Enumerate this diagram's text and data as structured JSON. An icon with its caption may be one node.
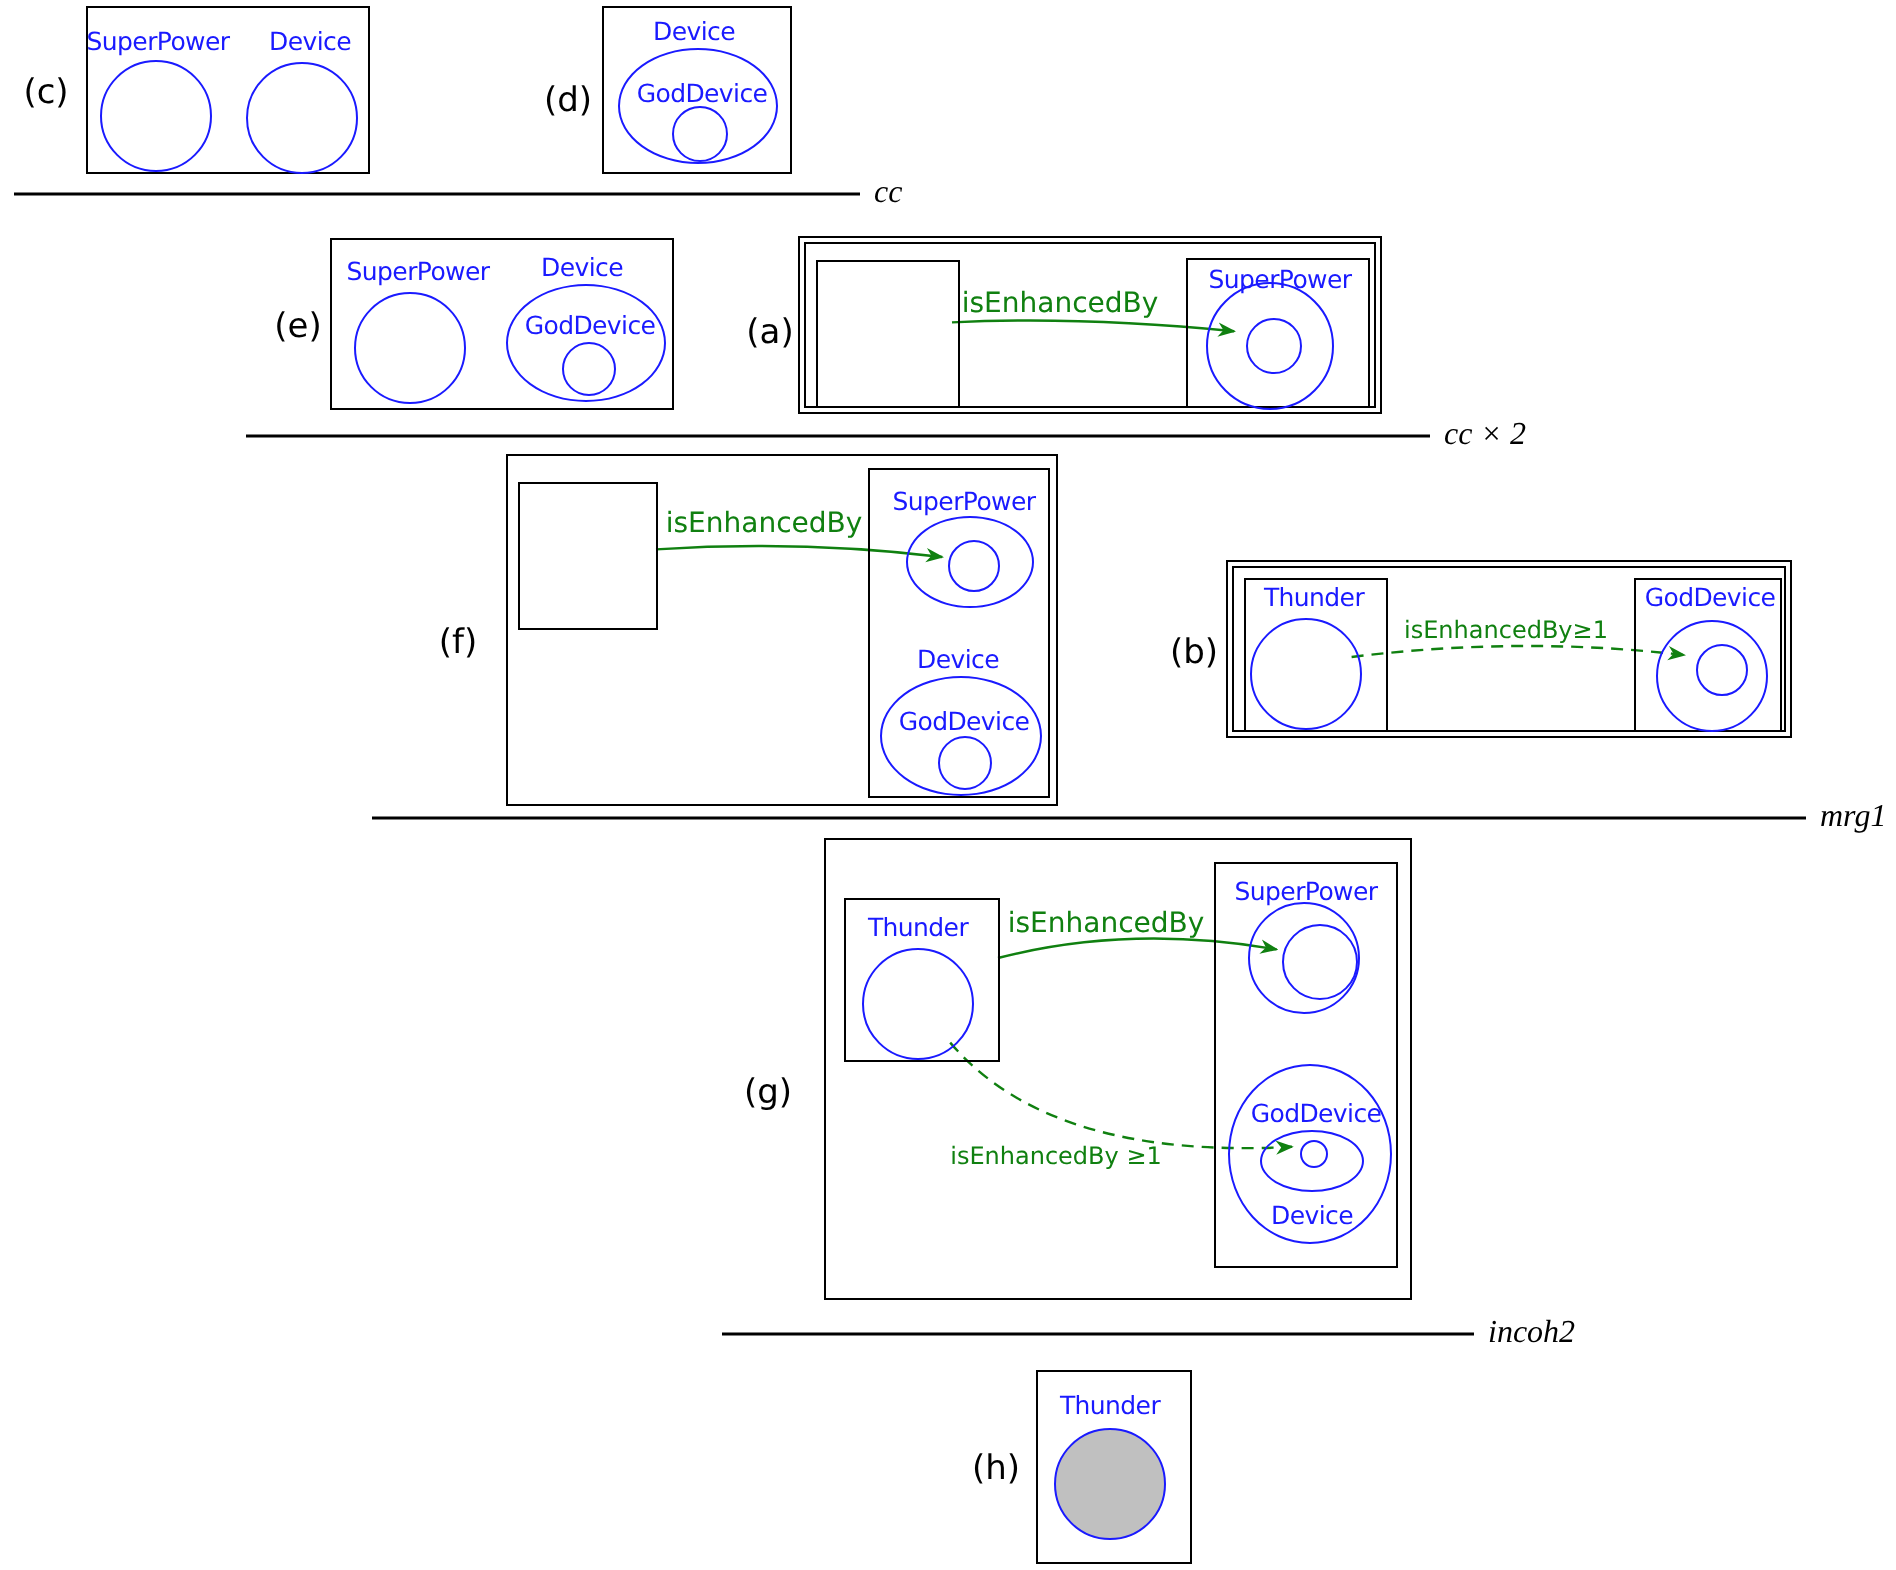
{
  "diagram": {
    "nodes": [
      {
        "text": [],
        "shape": "box",
        "beside": [
          "(c)"
        ]
      },
      {
        "text": [
          "SuperPower"
        ],
        "in": 0
      },
      {
        "text": [
          "Device"
        ],
        "in": 0
      },
      {
        "text": [],
        "shape": "box",
        "beside": [
          "(d)"
        ]
      },
      {
        "text": [
          "Device"
        ],
        "in": 3
      },
      {
        "text": [
          "GodDevice"
        ],
        "in": 4
      },
      {
        "text": [],
        "shape": "box",
        "beside": [
          "(e)"
        ]
      },
      {
        "text": [
          "SuperPower"
        ],
        "in": 6
      },
      {
        "text": [
          "Device"
        ],
        "in": 6
      },
      {
        "text": [
          "GodDevice"
        ],
        "in": 8
      },
      {
        "text": [],
        "shape": "box",
        "beside": [
          "(a)"
        ]
      },
      {
        "text": [],
        "shape": "box",
        "in": 10
      },
      {
        "text": [
          "SuperPower"
        ],
        "in": 10
      },
      {
        "text": [],
        "shape": "circle",
        "in": 12
      },
      {
        "text": [],
        "shape": "circle",
        "in": 13
      },
      {
        "text": [],
        "shape": "box",
        "beside": [
          "(f)"
        ]
      },
      {
        "text": [],
        "shape": "box",
        "in": 15
      },
      {
        "text": [],
        "shape": "box",
        "in": 15
      },
      {
        "text": [
          "SuperPower"
        ],
        "in": 17
      },
      {
        "text": [],
        "shape": "circle",
        "in": 18
      },
      {
        "text": [
          "Device"
        ],
        "in": 17
      },
      {
        "text": [
          "GodDevice"
        ],
        "in": 20
      },
      {
        "text": [],
        "shape": "box",
        "beside": [
          "(b)"
        ]
      },
      {
        "text": [
          "Thunder"
        ],
        "in": 22
      },
      {
        "text": [],
        "shape": "circle",
        "in": 23
      },
      {
        "text": [
          "GodDevice"
        ],
        "in": 22
      },
      {
        "text": [],
        "shape": "circle",
        "in": 25
      },
      {
        "text": [],
        "shape": "circle",
        "in": 26
      },
      {
        "text": [],
        "shape": "box",
        "beside": [
          "(g)"
        ]
      },
      {
        "text": [
          "Thunder"
        ],
        "in": 28
      },
      {
        "text": [],
        "shape": "circle",
        "in": 29
      },
      {
        "text": [],
        "shape": "box",
        "in": 28
      },
      {
        "text": [
          "SuperPower"
        ],
        "in": 31
      },
      {
        "text": [],
        "shape": "circle",
        "in": 32
      },
      {
        "text": [
          "Device"
        ],
        "in": 31
      },
      {
        "text": [
          "GodDevice"
        ],
        "in": 34
      },
      {
        "text": [],
        "shape": "circle",
        "in": 35
      },
      {
        "text": [
          "Thunder"
        ],
        "beside": [
          "(h)"
        ]
      },
      {
        "text": [],
        "shape": "circle",
        "in": 37
      }
    ],
    "edges": [
      {
        "from": 11,
        "to": 14,
        "arrow": "to",
        "label": "isEnhancedBy"
      },
      {
        "from": 16,
        "to": 19,
        "arrow": "to",
        "label": "isEnhancedBy"
      },
      {
        "from": 24,
        "to": 27,
        "arrow": "to",
        "label": "isEnhancedBy≥1",
        "style": "dashed"
      },
      {
        "from": 29,
        "to": 33,
        "arrow": "to",
        "label": "isEnhancedBy"
      },
      {
        "from": 30,
        "to": 36,
        "arrow": "to",
        "label": "isEnhancedBy ≥1",
        "style": "dashed"
      }
    ],
    "labels": [
      "cc",
      "cc × 2",
      "mrg1",
      "incoh2"
    ]
  }
}
